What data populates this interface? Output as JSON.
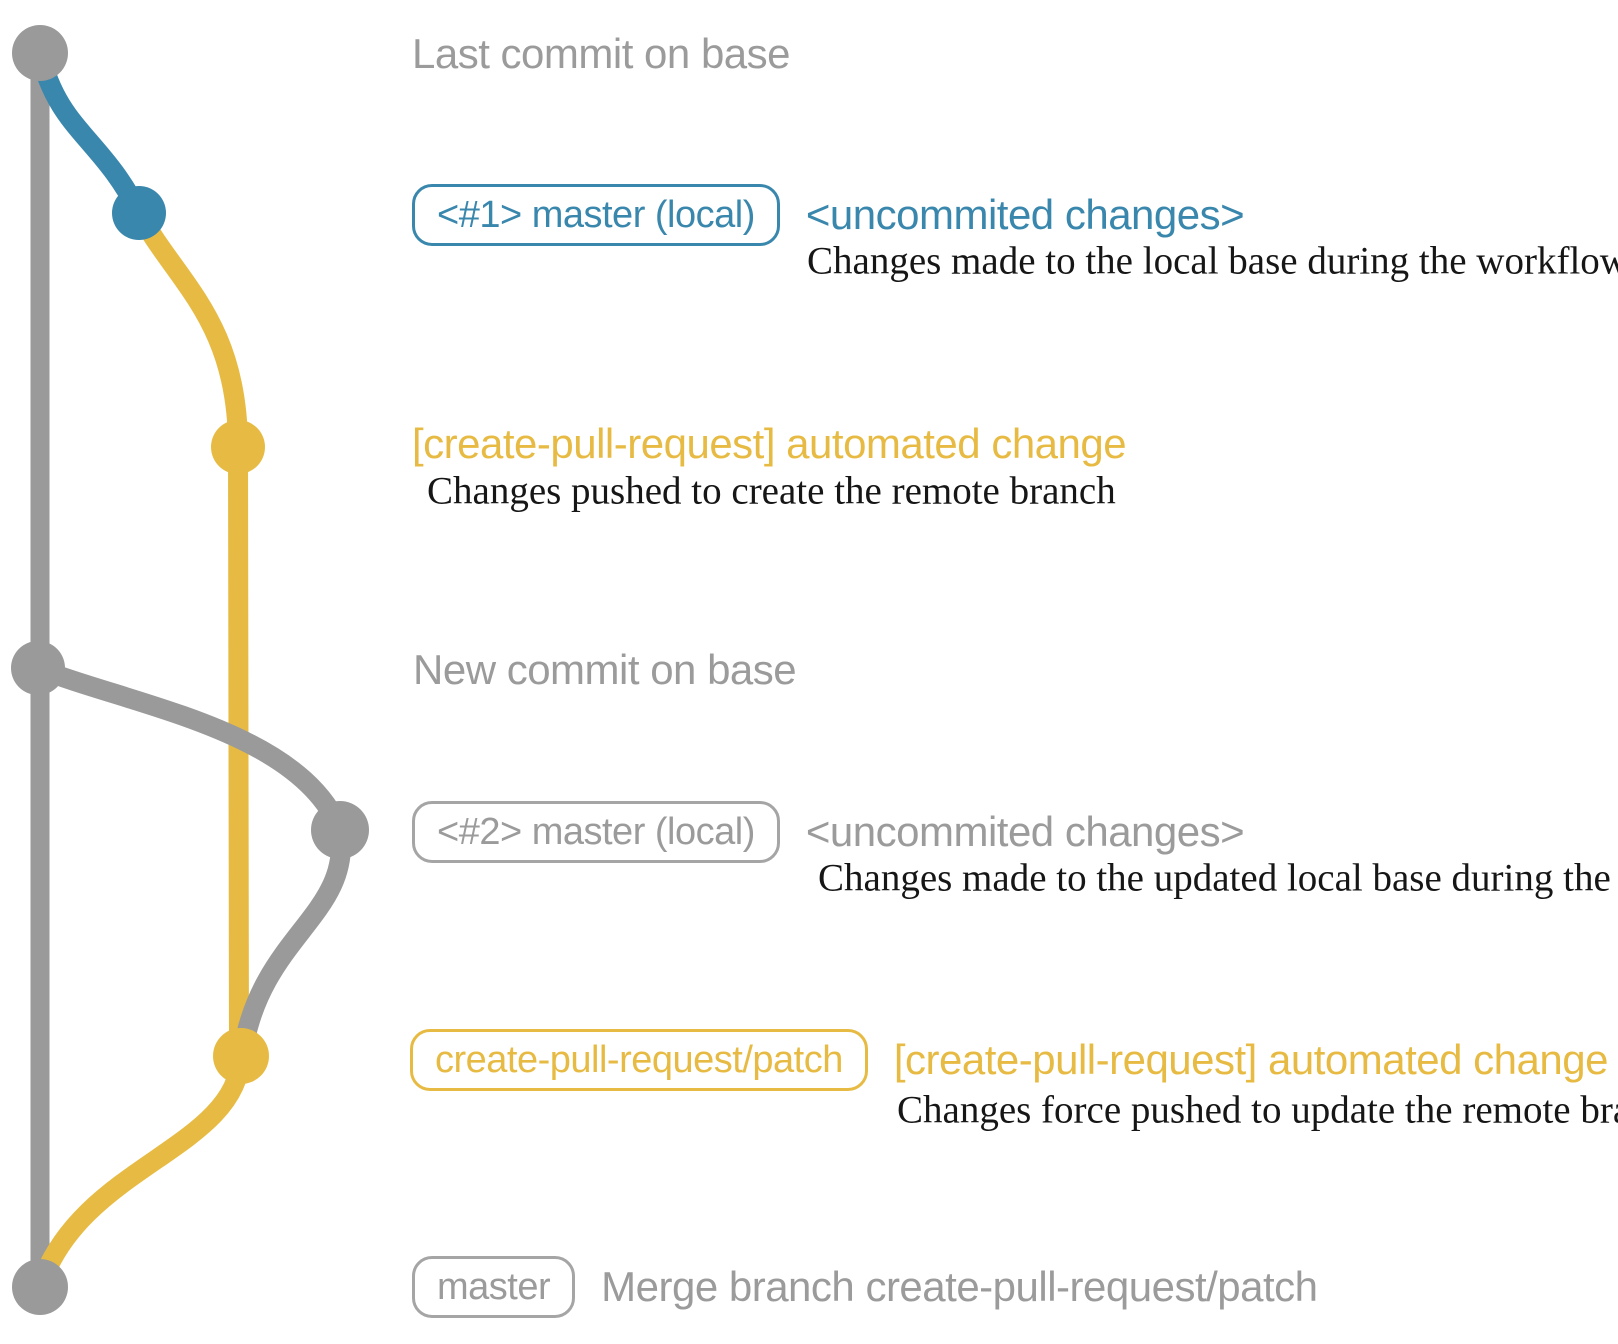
{
  "colors": {
    "blue": "#3a87ad",
    "yellow": "#e7bb43",
    "gray": "#9a9a9a",
    "label_gray": "#9b9b9b",
    "detail_black": "#161616",
    "background": "#ffffff"
  },
  "annotations": {
    "last_commit_on_base": "Last commit on base",
    "new_commit_on_base": "New commit on base"
  },
  "rows": [
    {
      "badge": "<#1> master (local)",
      "caption": "<uncommited changes>",
      "detail": "Changes made to the local base during the workflow",
      "color": "blue"
    },
    {
      "badge": "<#2> master (local)",
      "caption": "<uncommited changes>",
      "detail": "Changes made to the updated local base during the workflow",
      "color": "gray"
    },
    {
      "badge": "create-pull-request/patch",
      "caption": "[create-pull-request] automated change",
      "detail": "Changes force pushed to update the remote branch",
      "color": "yellow"
    },
    {
      "badge": "master",
      "caption": "Merge branch create-pull-request/patch",
      "color": "gray"
    }
  ],
  "standalone": {
    "first_push_caption": "[create-pull-request] automated change",
    "first_push_detail": "Changes pushed to create the remote branch"
  },
  "graph": {
    "commits": [
      {
        "name": "last-commit-on-base",
        "branch": "base",
        "color_key": "gray"
      },
      {
        "name": "uncommitted-changes-1",
        "branch": "local-master-1",
        "color_key": "blue"
      },
      {
        "name": "automated-change-push",
        "branch": "create-pull-request/patch",
        "color_key": "yellow"
      },
      {
        "name": "new-commit-on-base",
        "branch": "base",
        "color_key": "gray"
      },
      {
        "name": "uncommitted-changes-2",
        "branch": "local-master-2",
        "color_key": "gray"
      },
      {
        "name": "automated-change-force-push",
        "branch": "create-pull-request/patch",
        "color_key": "yellow"
      },
      {
        "name": "merge-commit",
        "branch": "base",
        "color_key": "gray"
      }
    ]
  }
}
